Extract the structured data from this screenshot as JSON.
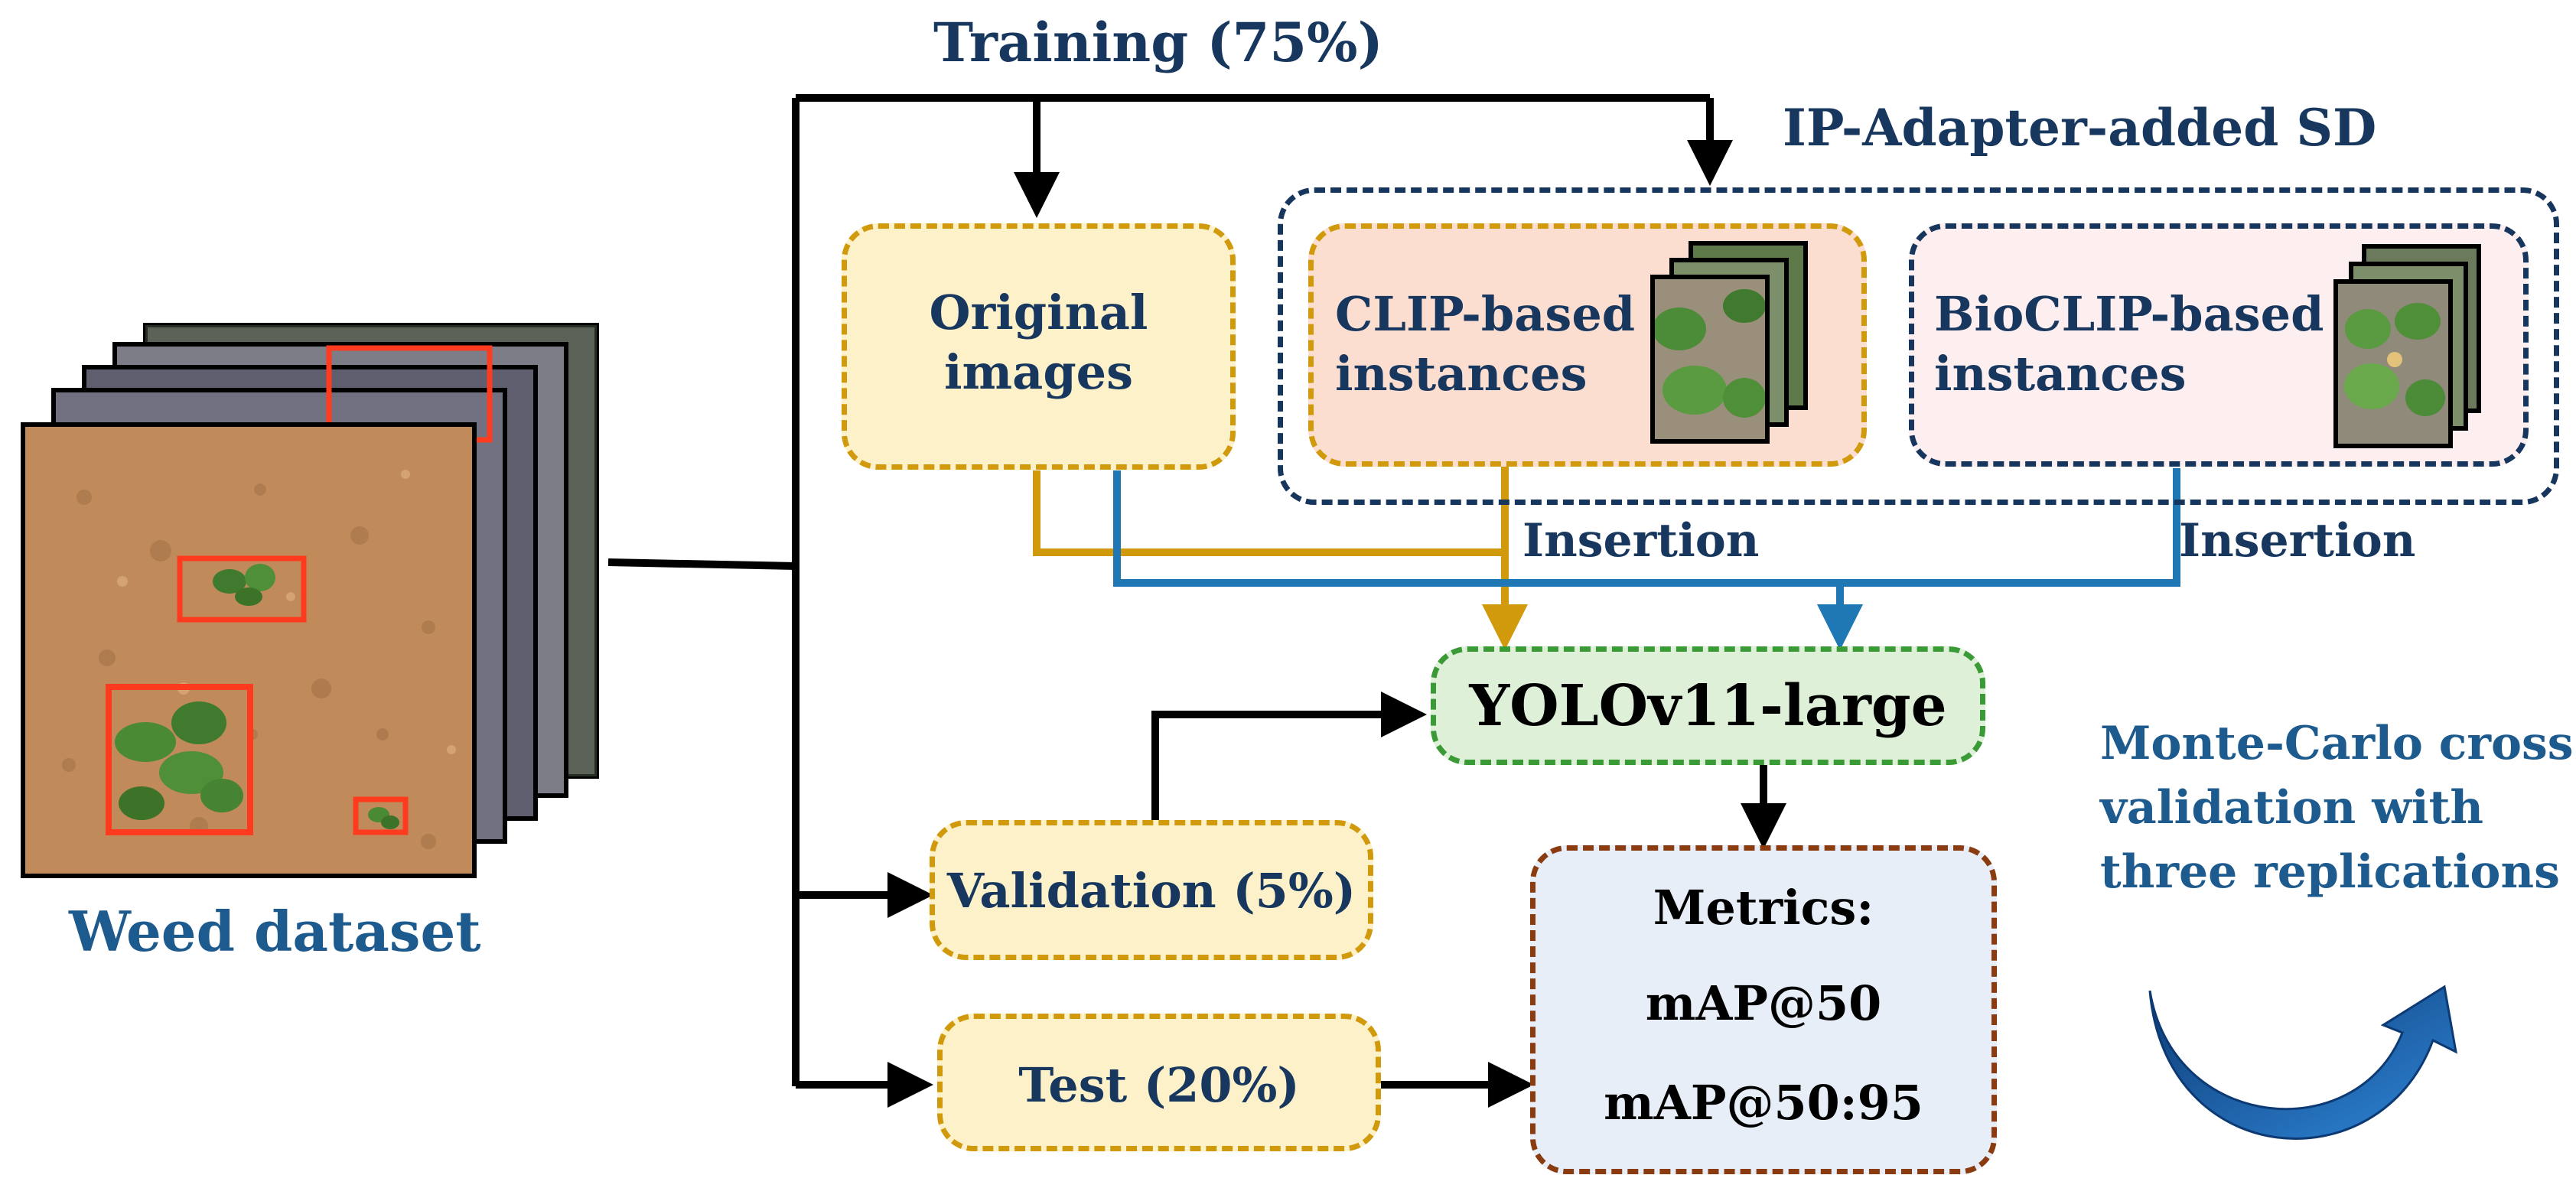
{
  "labels": {
    "training": "Training (75%)",
    "ip_adapter": "IP-Adapter-added SD",
    "original_images": "Original\nimages",
    "clip_instances": "CLIP-based\ninstances",
    "bioclip_instances": "BioCLIP-based\ninstances",
    "insertion_1": "Insertion",
    "insertion_2": "Insertion",
    "yolo": "YOLOv11-large",
    "validation": "Validation (5%)",
    "test": "Test (20%)",
    "metrics_title": "Metrics:",
    "metric_1": "mAP@50",
    "metric_2": "mAP@50:95",
    "monte_carlo": "Monte-Carlo cross\nvalidation with\nthree replications",
    "weed_dataset": "Weed dataset"
  },
  "colors": {
    "navy": "#17375e",
    "gold": "#d19a0c",
    "blue": "#1f77b4",
    "green_fill": "#dff0d8",
    "cream_fill": "#fdf1c9",
    "peach_fill": "#fbded0",
    "pink_fill": "#fdeef0",
    "lavender_fill": "#e8eef8",
    "soil": "#c08a5a",
    "bbox_red": "#ff3b1f"
  }
}
